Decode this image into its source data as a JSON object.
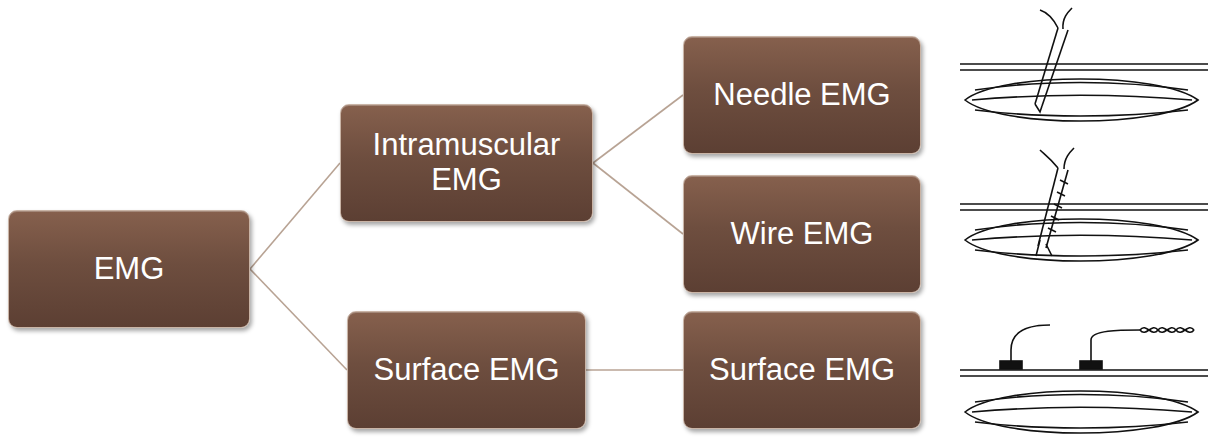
{
  "diagram": {
    "nodes": [
      {
        "text": [
          "EMG"
        ]
      },
      {
        "text": [
          "Intramuscular EMG"
        ]
      },
      {
        "text": [
          "Surface EMG"
        ]
      },
      {
        "text": [
          "Needle EMG"
        ]
      },
      {
        "text": [
          "Wire EMG"
        ]
      },
      {
        "text": [
          "Surface EMG"
        ]
      }
    ],
    "edges": [
      {
        "from": 0,
        "to": 1,
        "arrow": "none"
      },
      {
        "from": 0,
        "to": 2,
        "arrow": "none"
      },
      {
        "from": 1,
        "to": 3,
        "arrow": "none"
      },
      {
        "from": 1,
        "to": 4,
        "arrow": "none"
      },
      {
        "from": 2,
        "to": 5,
        "arrow": "none"
      }
    ]
  }
}
